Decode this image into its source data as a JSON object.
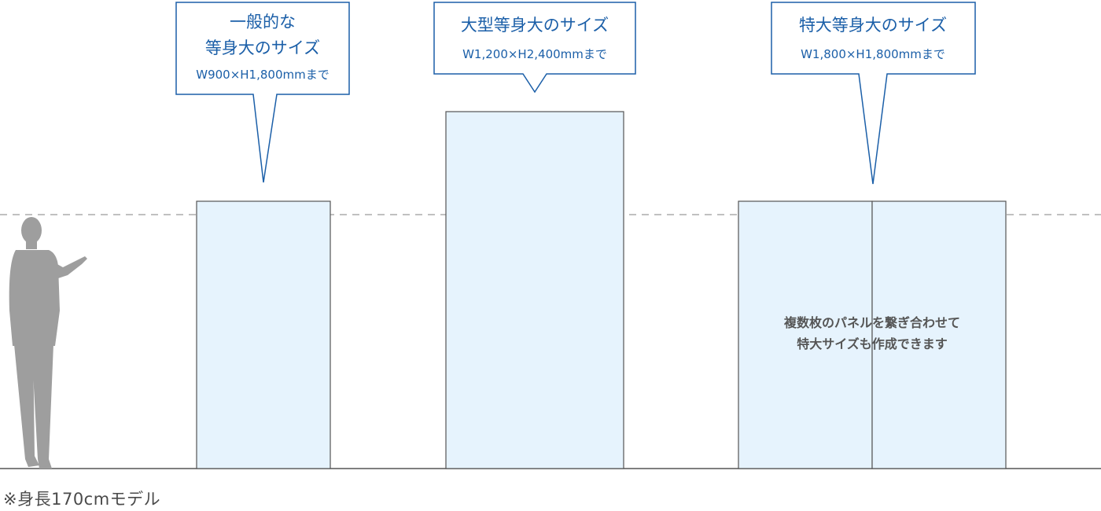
{
  "colors": {
    "bubble_stroke": "#1b5fa8",
    "bubble_text": "#1b5fa8",
    "panel_fill": "#e6f3fd",
    "panel_stroke": "#555555",
    "guide_line": "#9a9a9a",
    "silhouette": "#9e9e9e",
    "note_text": "#555555"
  },
  "callouts": [
    {
      "lines": [
        "一般的な",
        "等身大のサイズ"
      ],
      "size_text": "W900×H1,800mmまで"
    },
    {
      "lines": [
        "大型等身大のサイズ"
      ],
      "size_text": "W1,200×H2,400mmまで"
    },
    {
      "lines": [
        "特大等身大のサイズ"
      ],
      "size_text": "W1,800×H1,800mmまで"
    }
  ],
  "panel_note": {
    "lines": [
      "複数枚のパネルを繋ぎ合わせて",
      "特大サイズも作成できます"
    ]
  },
  "caption": "※身長170cmモデル",
  "figure": {
    "icon": "standing-person-silhouette"
  }
}
